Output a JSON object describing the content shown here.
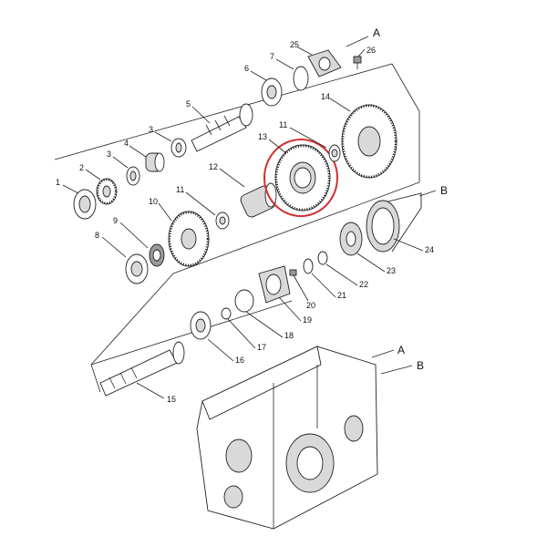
{
  "callouts": [
    {
      "id": "c1",
      "text": "1"
    },
    {
      "id": "c2",
      "text": "2"
    },
    {
      "id": "c3a",
      "text": "3"
    },
    {
      "id": "c3b",
      "text": "3"
    },
    {
      "id": "c4",
      "text": "4"
    },
    {
      "id": "c5",
      "text": "5"
    },
    {
      "id": "c6",
      "text": "6"
    },
    {
      "id": "c7",
      "text": "7"
    },
    {
      "id": "c8",
      "text": "8"
    },
    {
      "id": "c9",
      "text": "9"
    },
    {
      "id": "c10",
      "text": "10"
    },
    {
      "id": "c11a",
      "text": "11"
    },
    {
      "id": "c11b",
      "text": "11"
    },
    {
      "id": "c12",
      "text": "12"
    },
    {
      "id": "c13",
      "text": "13"
    },
    {
      "id": "c14",
      "text": "14"
    },
    {
      "id": "c15",
      "text": "15"
    },
    {
      "id": "c16",
      "text": "16"
    },
    {
      "id": "c17",
      "text": "17"
    },
    {
      "id": "c18",
      "text": "18"
    },
    {
      "id": "c19",
      "text": "19"
    },
    {
      "id": "c20",
      "text": "20"
    },
    {
      "id": "c21",
      "text": "21"
    },
    {
      "id": "c22",
      "text": "22"
    },
    {
      "id": "c23",
      "text": "23"
    },
    {
      "id": "c24",
      "text": "24"
    },
    {
      "id": "c25",
      "text": "25"
    },
    {
      "id": "c26",
      "text": "26"
    }
  ],
  "references": [
    {
      "id": "rA1",
      "text": "A"
    },
    {
      "id": "rB1",
      "text": "B"
    },
    {
      "id": "rA2",
      "text": "A"
    },
    {
      "id": "rB2",
      "text": "B"
    }
  ],
  "highlight": {
    "part": "13",
    "color": "#d32f2f"
  }
}
